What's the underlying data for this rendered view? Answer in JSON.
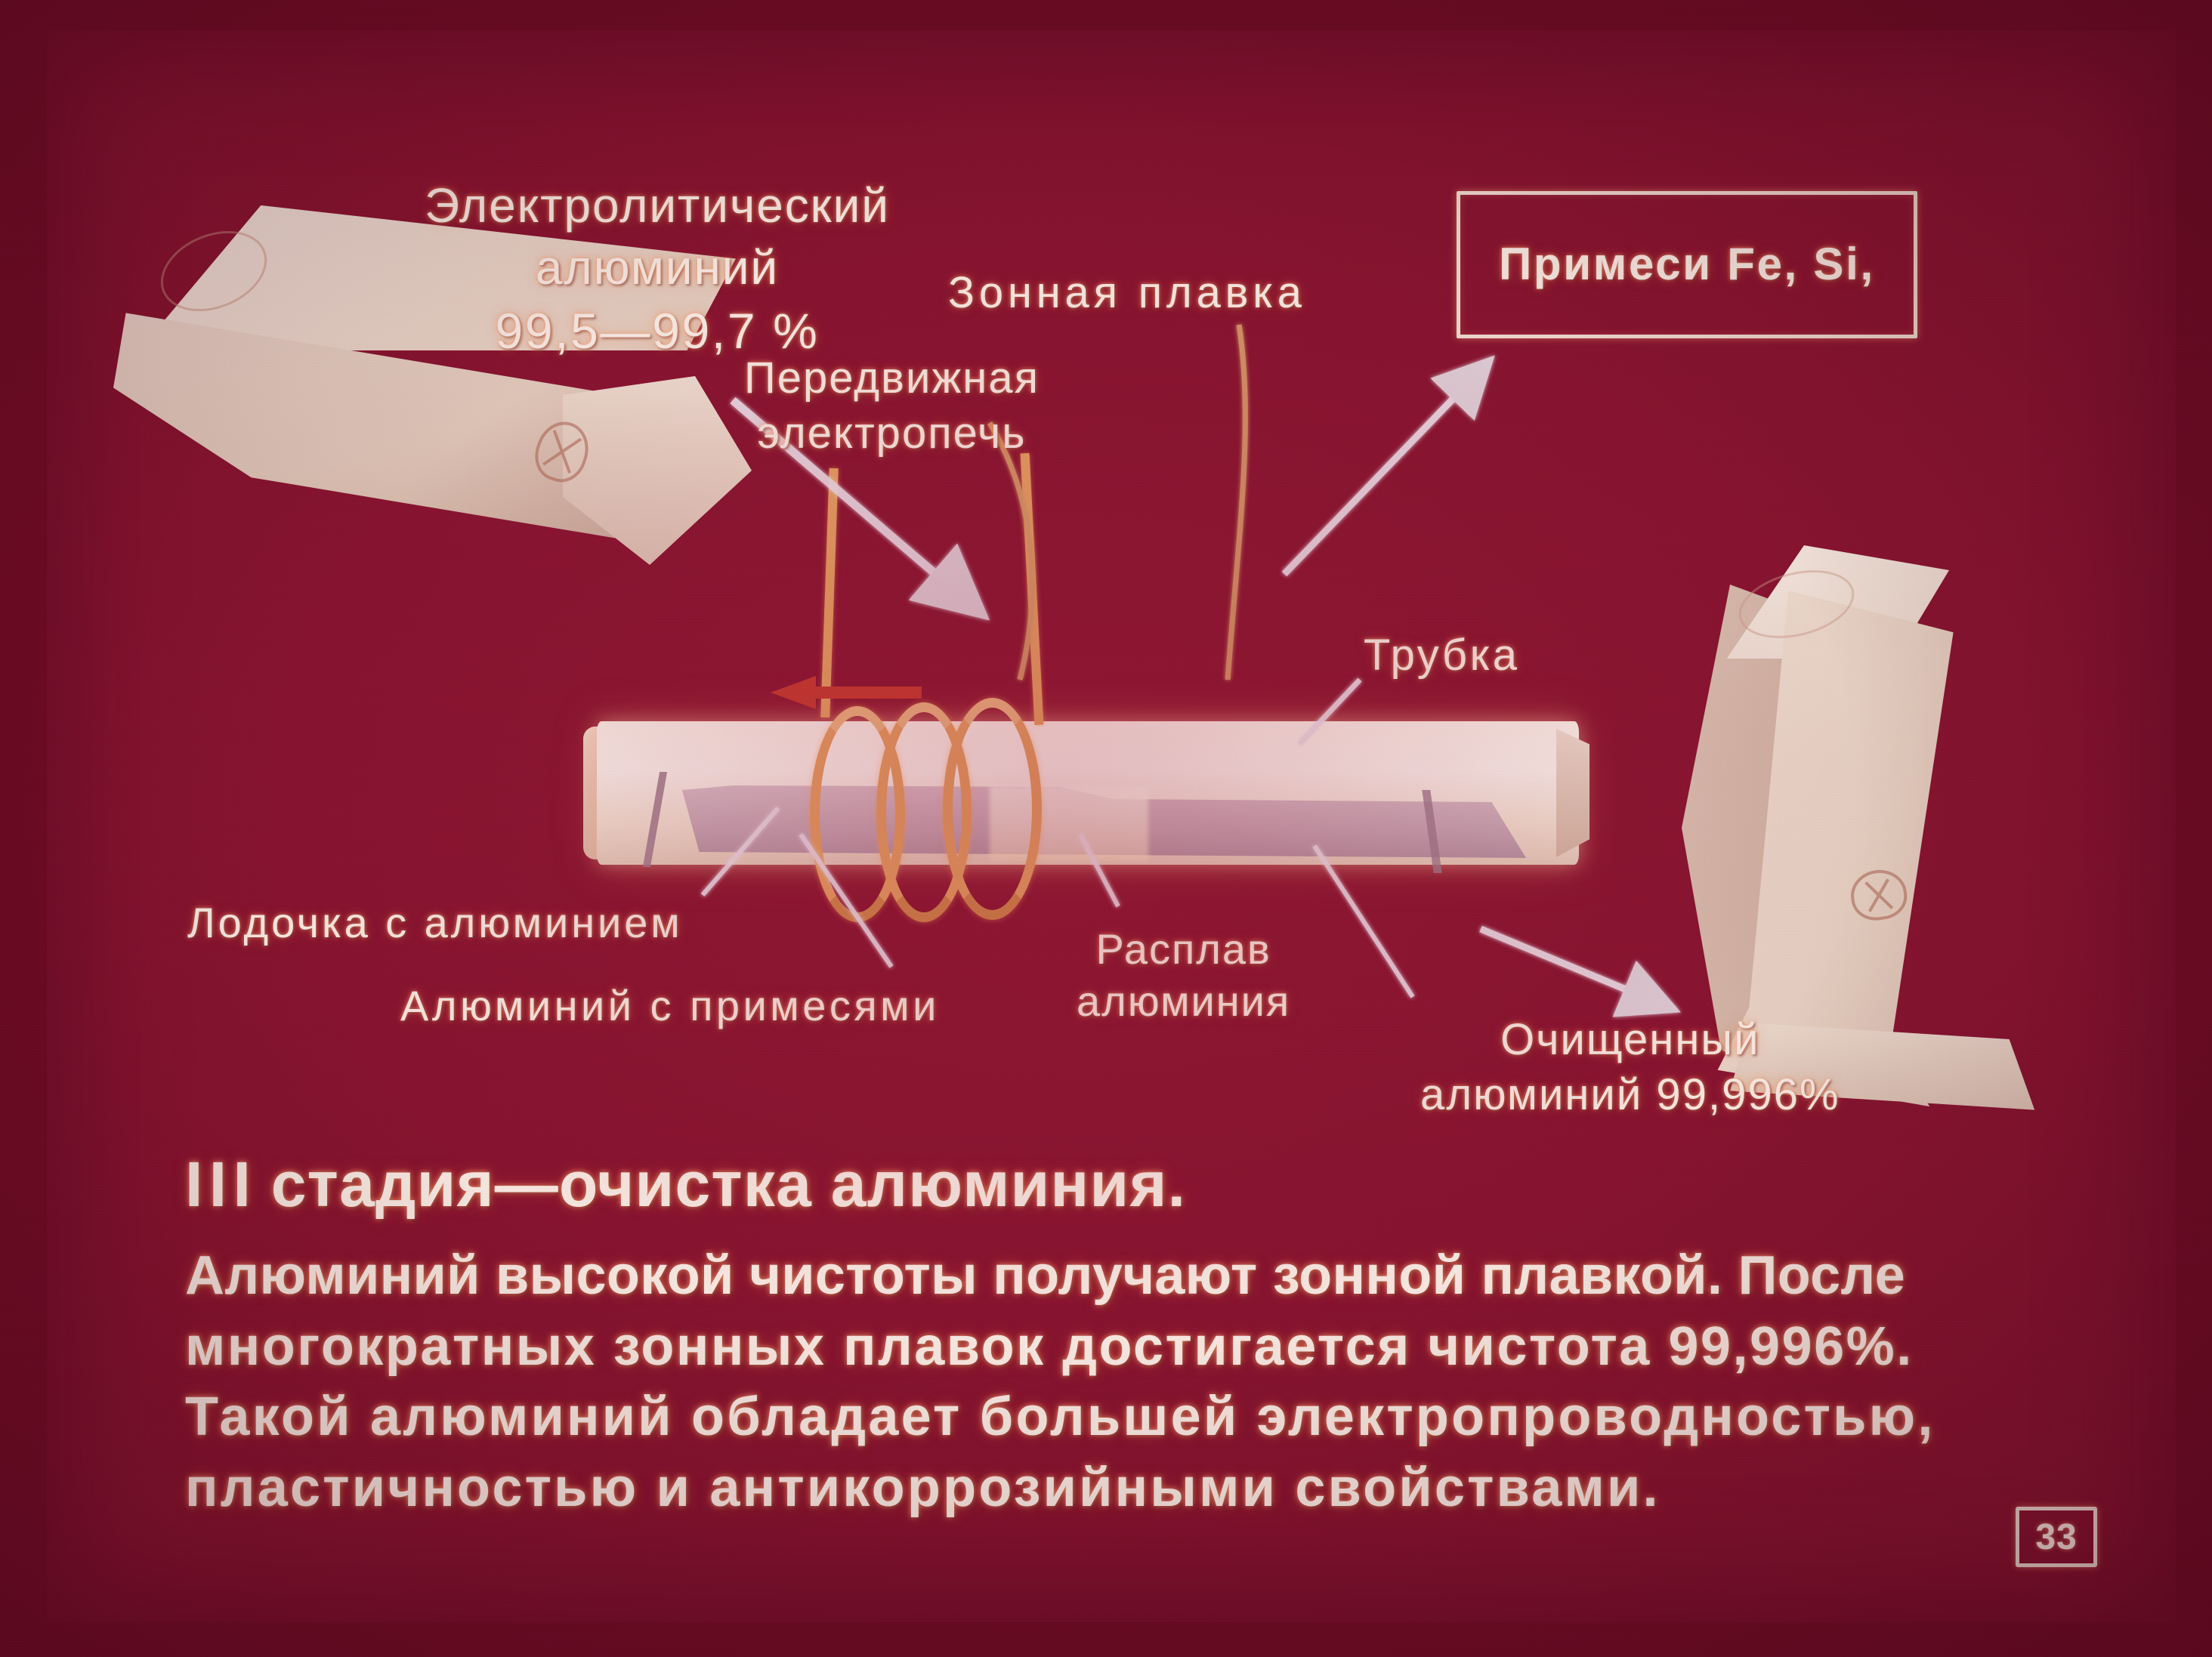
{
  "slide": {
    "page_number": "33",
    "background_color": "#7b1029",
    "panel_color": "#871430",
    "text_color": "#fdf3ea",
    "accent_copper": "#e8a663",
    "accent_arrow_red": "#c63a2e"
  },
  "labels": {
    "electrolytic_aluminium": "Электролитический\nалюминий",
    "electrolytic_purity": "99,5—99,7 %",
    "zone_melting": "Зонная плавка",
    "movable_furnace": "Передвижная\nэлектропечь",
    "impurities": "Примеси Fe, Si,",
    "tube": "Трубка",
    "boat_with_aluminium": "Лодочка с алюминием",
    "aluminium_with_impurities": "Алюминий с примесями",
    "aluminium_melt": "Расплав\nалюминия",
    "purified_aluminium": "Очищенный\nалюминий 99,996%"
  },
  "caption": {
    "title_numeral": "III",
    "title_rest": "стадия—очистка алюминия.",
    "line1": "Алюминий высокой чистоты получают зонной плавкой. После",
    "line2": "многократных зонных плавок достигается чистота 99,996%.",
    "line3": "Такой алюминий обладает большей электропроводностью,",
    "line4": "пластичностью и антикоррозийными свойствами."
  }
}
